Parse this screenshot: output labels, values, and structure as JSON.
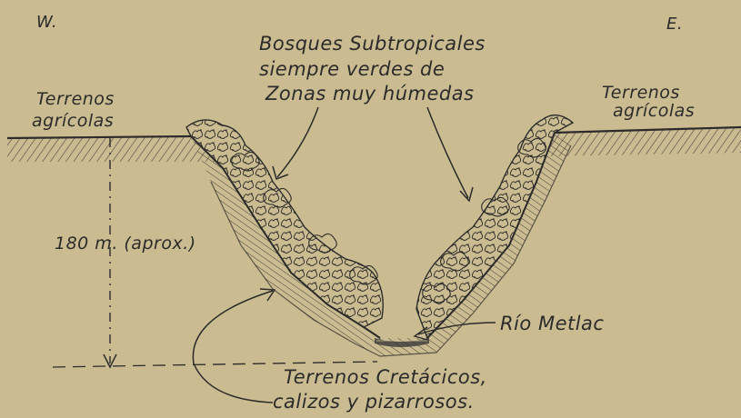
{
  "orientation": {
    "west": "W.",
    "east": "E."
  },
  "labels": {
    "forest": {
      "line1": "Bosques Subtropicales",
      "line2": "siempre verdes de",
      "line3": "Zonas muy húmedas"
    },
    "farmland_left": {
      "line1": "Terrenos",
      "line2": "agrícolas"
    },
    "farmland_right": {
      "line1": "Terrenos",
      "line2": "agrícolas"
    },
    "depth": "180 m. (aprox.)",
    "river": "Río Metlac",
    "geology": {
      "line1": "Terrenos Cretácicos,",
      "line2": "calizos y pizarrosos."
    }
  },
  "colors": {
    "paper": "#cbbb90",
    "ink": "#2b2b2b"
  }
}
